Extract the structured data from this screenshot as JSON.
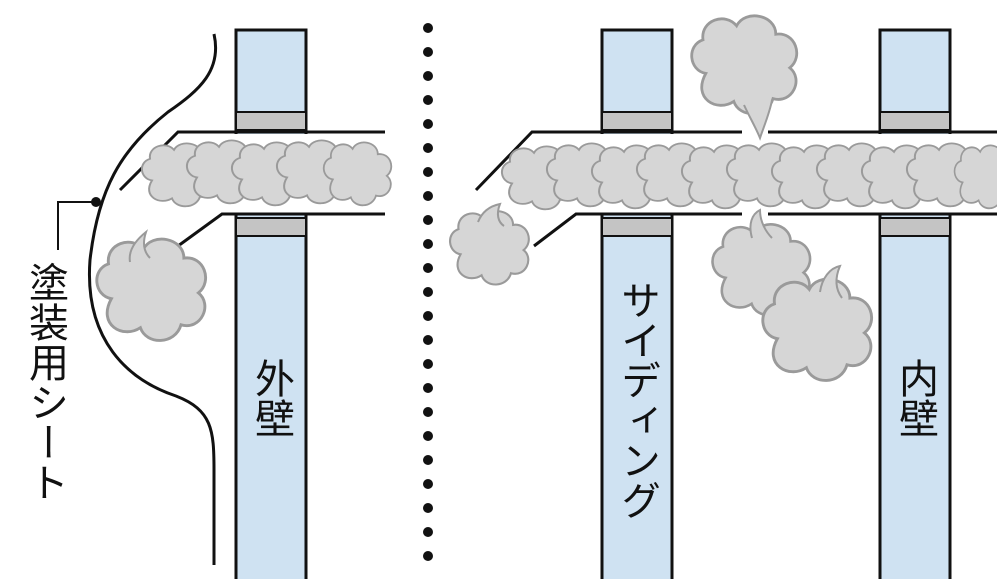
{
  "labels": {
    "coating_sheet": "塗装用シート",
    "outer_wall": "外壁",
    "siding": "サイディング",
    "inner_wall": "内壁"
  },
  "colors": {
    "wall_fill": "#cfe2f2",
    "wall_band": "#c4c4c4",
    "smoke_fill": "#d6d6d6",
    "smoke_stroke": "#9a9a9a",
    "line": "#111111"
  }
}
